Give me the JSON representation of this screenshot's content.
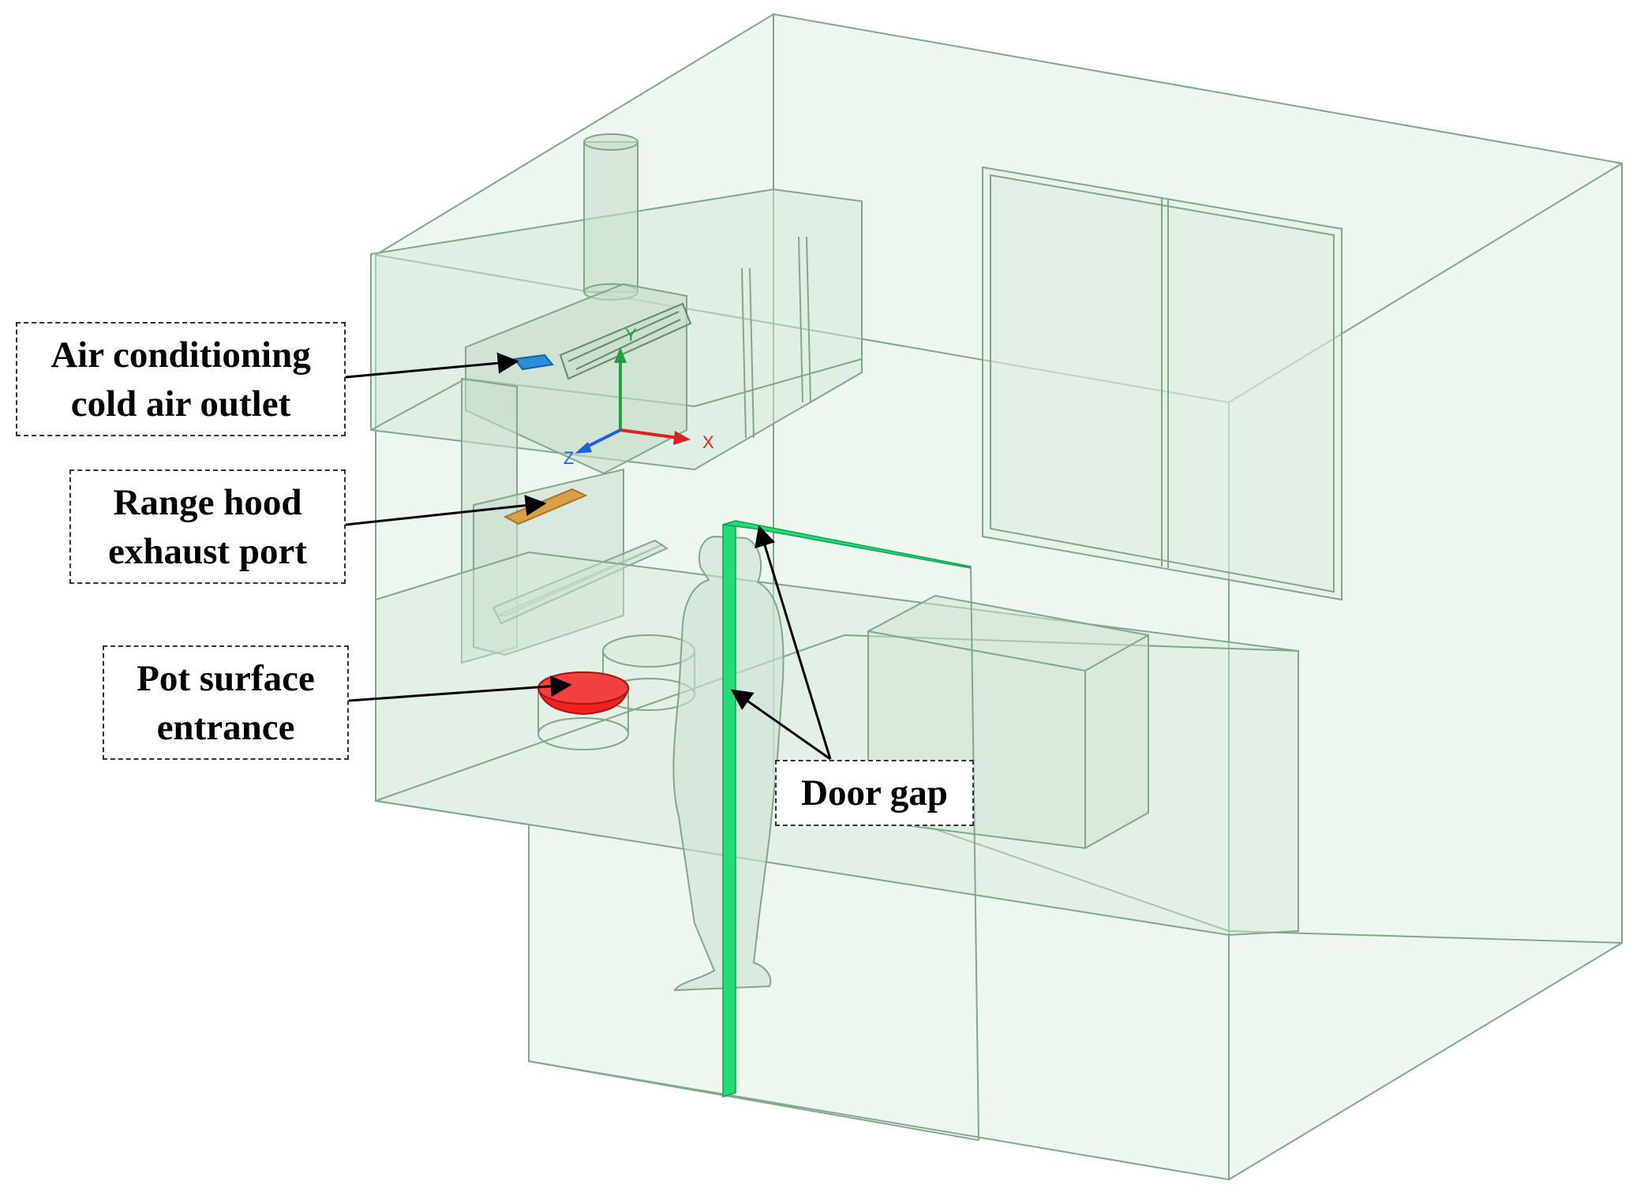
{
  "labels": {
    "ac_outlet": [
      "Air conditioning",
      "cold air outlet"
    ],
    "range_hood": [
      "Range hood",
      "exhaust port"
    ],
    "pot_surface": [
      "Pot surface",
      "entrance"
    ],
    "door_gap": [
      "Door gap"
    ]
  },
  "axes": {
    "x": "X",
    "y": "Y",
    "z": "Z"
  },
  "colors": {
    "room_fill": "#dfeee2",
    "edge": "#7fa888",
    "door_gap": "#22dd77",
    "ac_outlet": "#2a8fd8",
    "range_hood": "#d9a04a",
    "pot": "#ee2222",
    "axis_x": "#e02020",
    "axis_y": "#20a040",
    "axis_z": "#2060e0"
  }
}
